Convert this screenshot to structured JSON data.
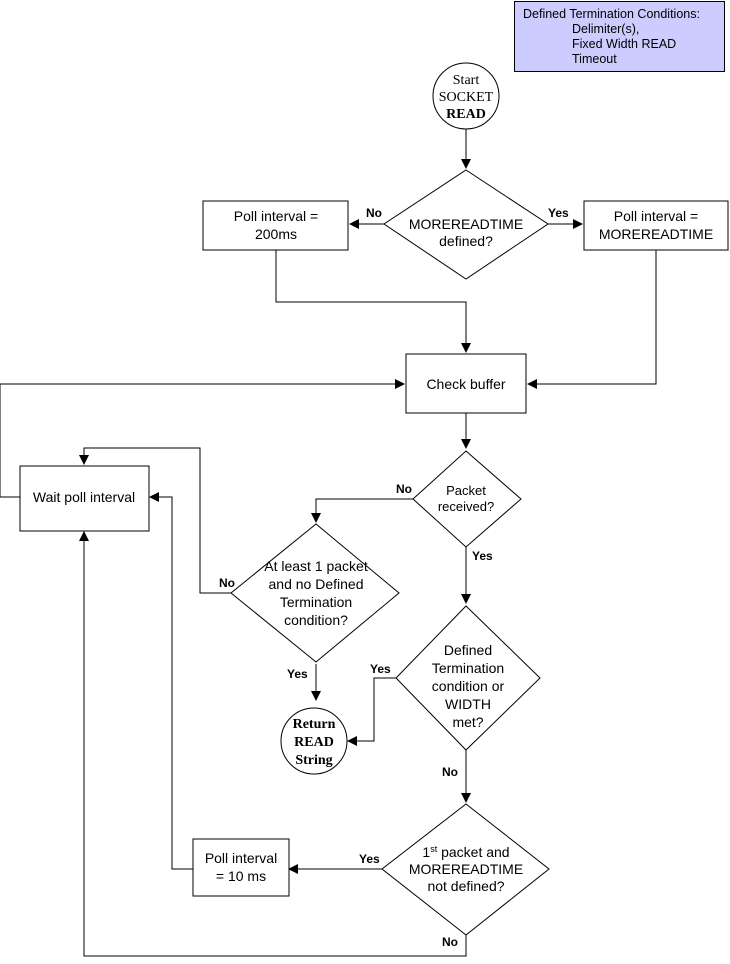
{
  "note": {
    "title": "Defined Termination Conditions:",
    "items": [
      "Delimiter(s),",
      "Fixed Width READ",
      "Timeout"
    ]
  },
  "start": {
    "line1": "Start",
    "line2": "SOCKET",
    "line3": "READ"
  },
  "decision_moreread": {
    "line1": "MOREREADTIME",
    "line2": "defined?"
  },
  "poll_200": {
    "line1": "Poll interval =",
    "line2": "200ms"
  },
  "poll_moreread": {
    "line1": "Poll interval =",
    "line2": "MOREREADTIME"
  },
  "check_buffer": {
    "label": "Check buffer"
  },
  "wait_poll": {
    "label": "Wait poll interval"
  },
  "decision_packet": {
    "line1": "Packet",
    "line2": "received?"
  },
  "decision_atleast": {
    "line1": "At least 1 packet",
    "line2": "and no Defined",
    "line3": "Termination",
    "line4": "condition?"
  },
  "decision_defined": {
    "line1": "Defined",
    "line2": "Termination",
    "line3": "condition or",
    "line4": "WIDTH",
    "line5": "met?"
  },
  "return_read": {
    "line1": "Return",
    "line2": "READ",
    "line3": "String"
  },
  "decision_first": {
    "line1_main": "1",
    "line1_sup": "st",
    "line1_rest": " packet and",
    "line2": "MOREREADTIME",
    "line3": "not defined?"
  },
  "poll_10": {
    "line1": "Poll interval",
    "line2": "= 10 ms"
  },
  "labels": {
    "no_moreread": "No",
    "yes_moreread": "Yes",
    "no_packet": "No",
    "yes_packet": "Yes",
    "no_atleast": "No",
    "yes_atleast": "Yes",
    "yes_defined": "Yes",
    "no_defined": "No",
    "yes_first": "Yes",
    "no_first": "No"
  }
}
